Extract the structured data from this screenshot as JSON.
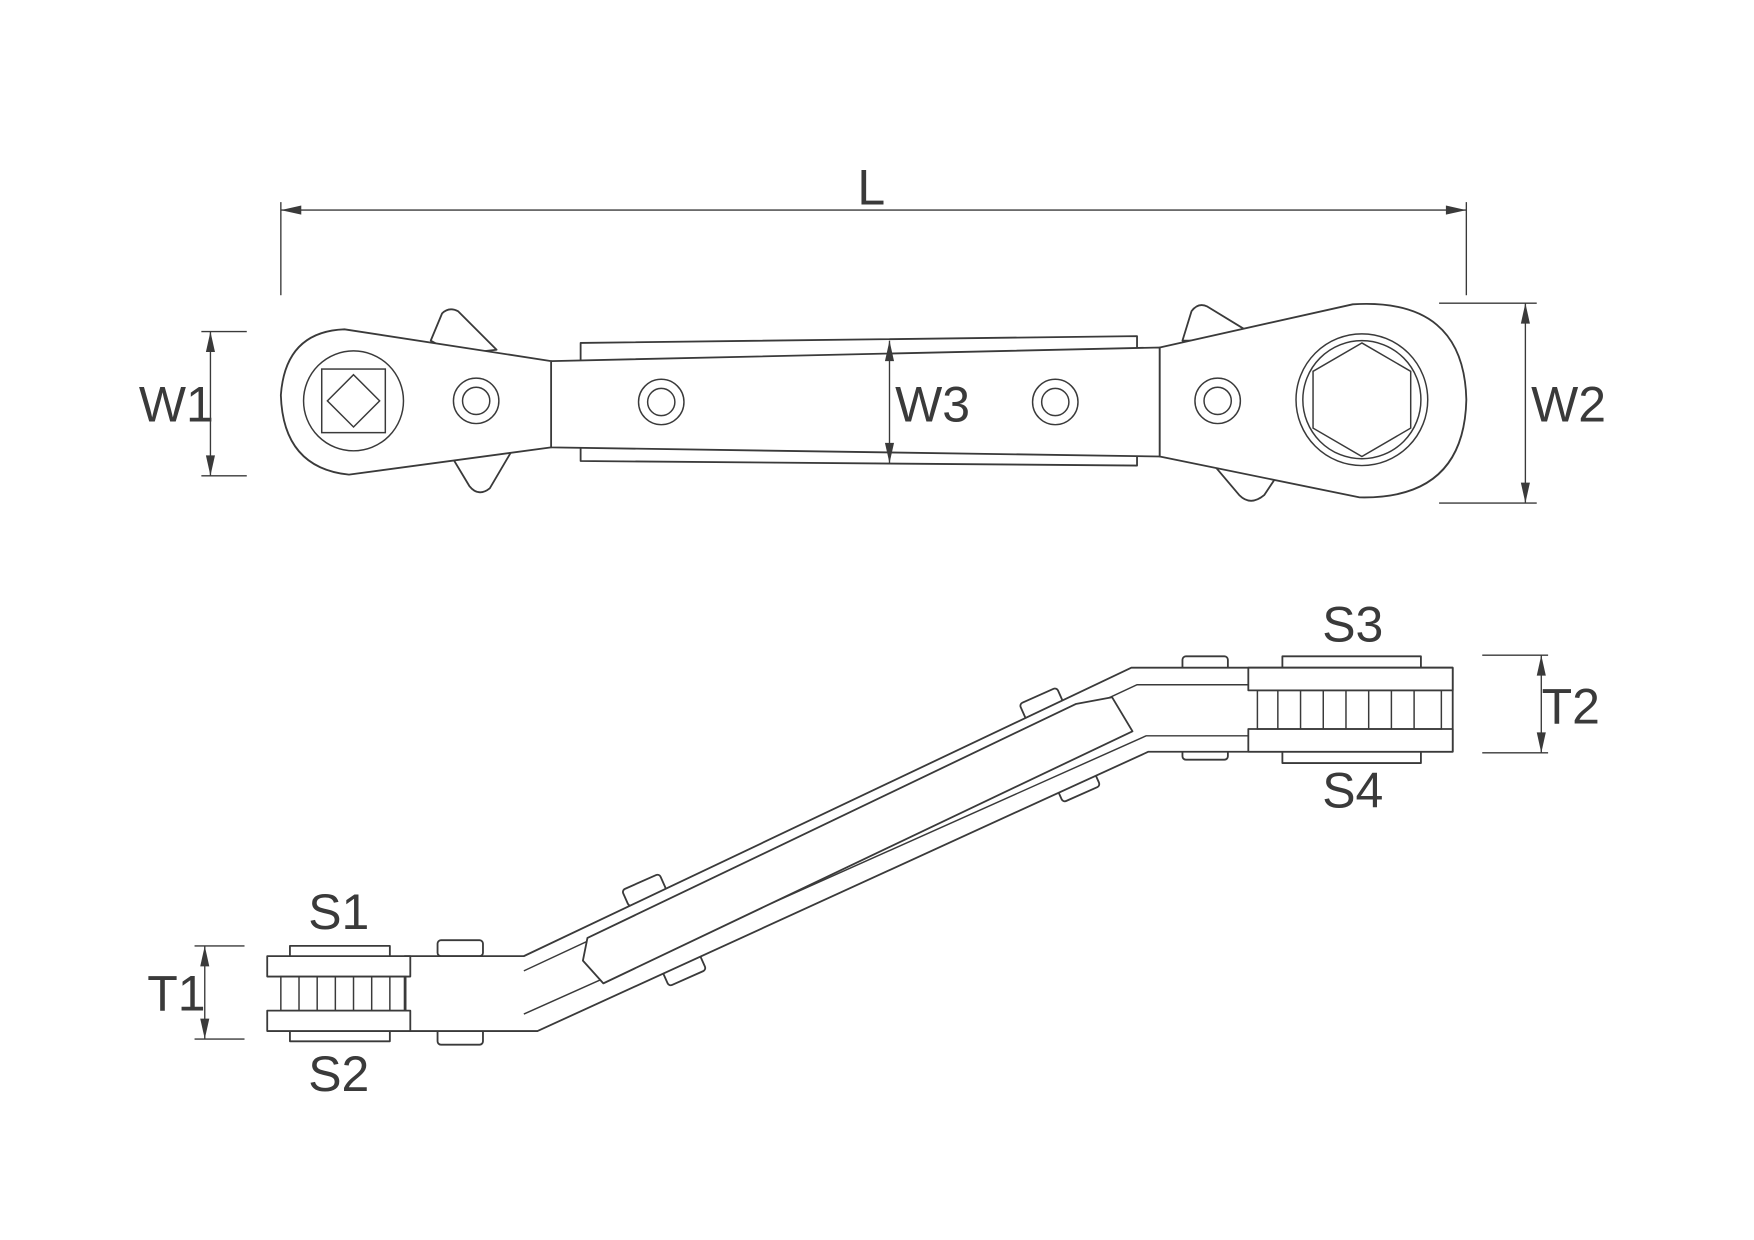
{
  "labels": {
    "L": "L",
    "W1": "W1",
    "W2": "W2",
    "W3": "W3",
    "T1": "T1",
    "T2": "T2",
    "S1": "S1",
    "S2": "S2",
    "S3": "S3",
    "S4": "S4"
  },
  "colors": {
    "line": "#3a3a3a",
    "background": "#ffffff"
  }
}
